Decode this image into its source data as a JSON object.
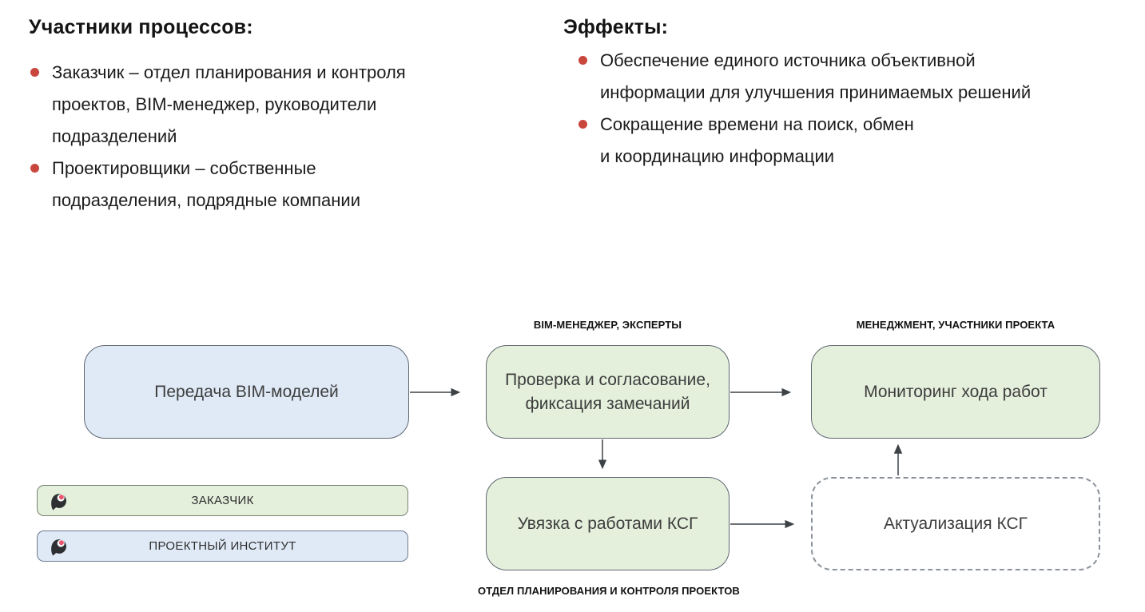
{
  "participants": {
    "heading": "Участники процессов:",
    "items": [
      {
        "lines": [
          "Заказчик – отдел планирования и контроля",
          "проектов, BIM-менеджер, руководители",
          "подразделений"
        ]
      },
      {
        "lines": [
          "Проектировщики – собственные",
          "подразделения, подрядные компании"
        ]
      }
    ]
  },
  "effects": {
    "heading": "Эффекты:",
    "items": [
      {
        "lines": [
          "Обеспечение единого источника объективной",
          "информации для улучшения принимаемых решений"
        ]
      },
      {
        "lines": [
          "Сокращение времени на поиск, обмен",
          "и координацию информации"
        ]
      }
    ]
  },
  "diagram": {
    "nodes": {
      "transfer": {
        "label": "Передача BIM-моделей",
        "style": "blue"
      },
      "review": {
        "lines": [
          "Проверка и согласование,",
          "фиксация замечаний"
        ],
        "style": "green",
        "caption_above": "BIM-МЕНЕДЖЕР, ЭКСПЕРТЫ"
      },
      "monitoring": {
        "label": "Мониторинг хода работ",
        "style": "green",
        "caption_above": "МЕНЕДЖМЕНТ, УЧАСТНИКИ ПРОЕКТА"
      },
      "linking": {
        "label": "Увязка с работами КСГ",
        "style": "green",
        "caption_below": "ОТДЕЛ ПЛАНИРОВАНИЯ И КОНТРОЛЯ ПРОЕКТОВ"
      },
      "update": {
        "label": "Актуализация КСГ",
        "style": "dashed"
      }
    },
    "legend": [
      {
        "label": "ЗАКАЗЧИК",
        "swatch": "green",
        "icon": "company-pin-logo"
      },
      {
        "label": "ПРОЕКТНЫЙ ИНСТИТУТ",
        "swatch": "blue",
        "icon": "company-pin-logo"
      }
    ],
    "flows": [
      "transfer -> review",
      "review -> monitoring",
      "review -> linking",
      "linking -> update",
      "update -> monitoring"
    ]
  },
  "colors": {
    "green_fill": "#e4efdc",
    "blue_fill": "#dfeaf6",
    "bullet_red": "#c9463c",
    "arrow": "#3d4247",
    "solid_border": "#5f6771",
    "dashed_border": "#8b9299",
    "logo_dark": "#2e2f33",
    "logo_pink": "#e8566d"
  }
}
